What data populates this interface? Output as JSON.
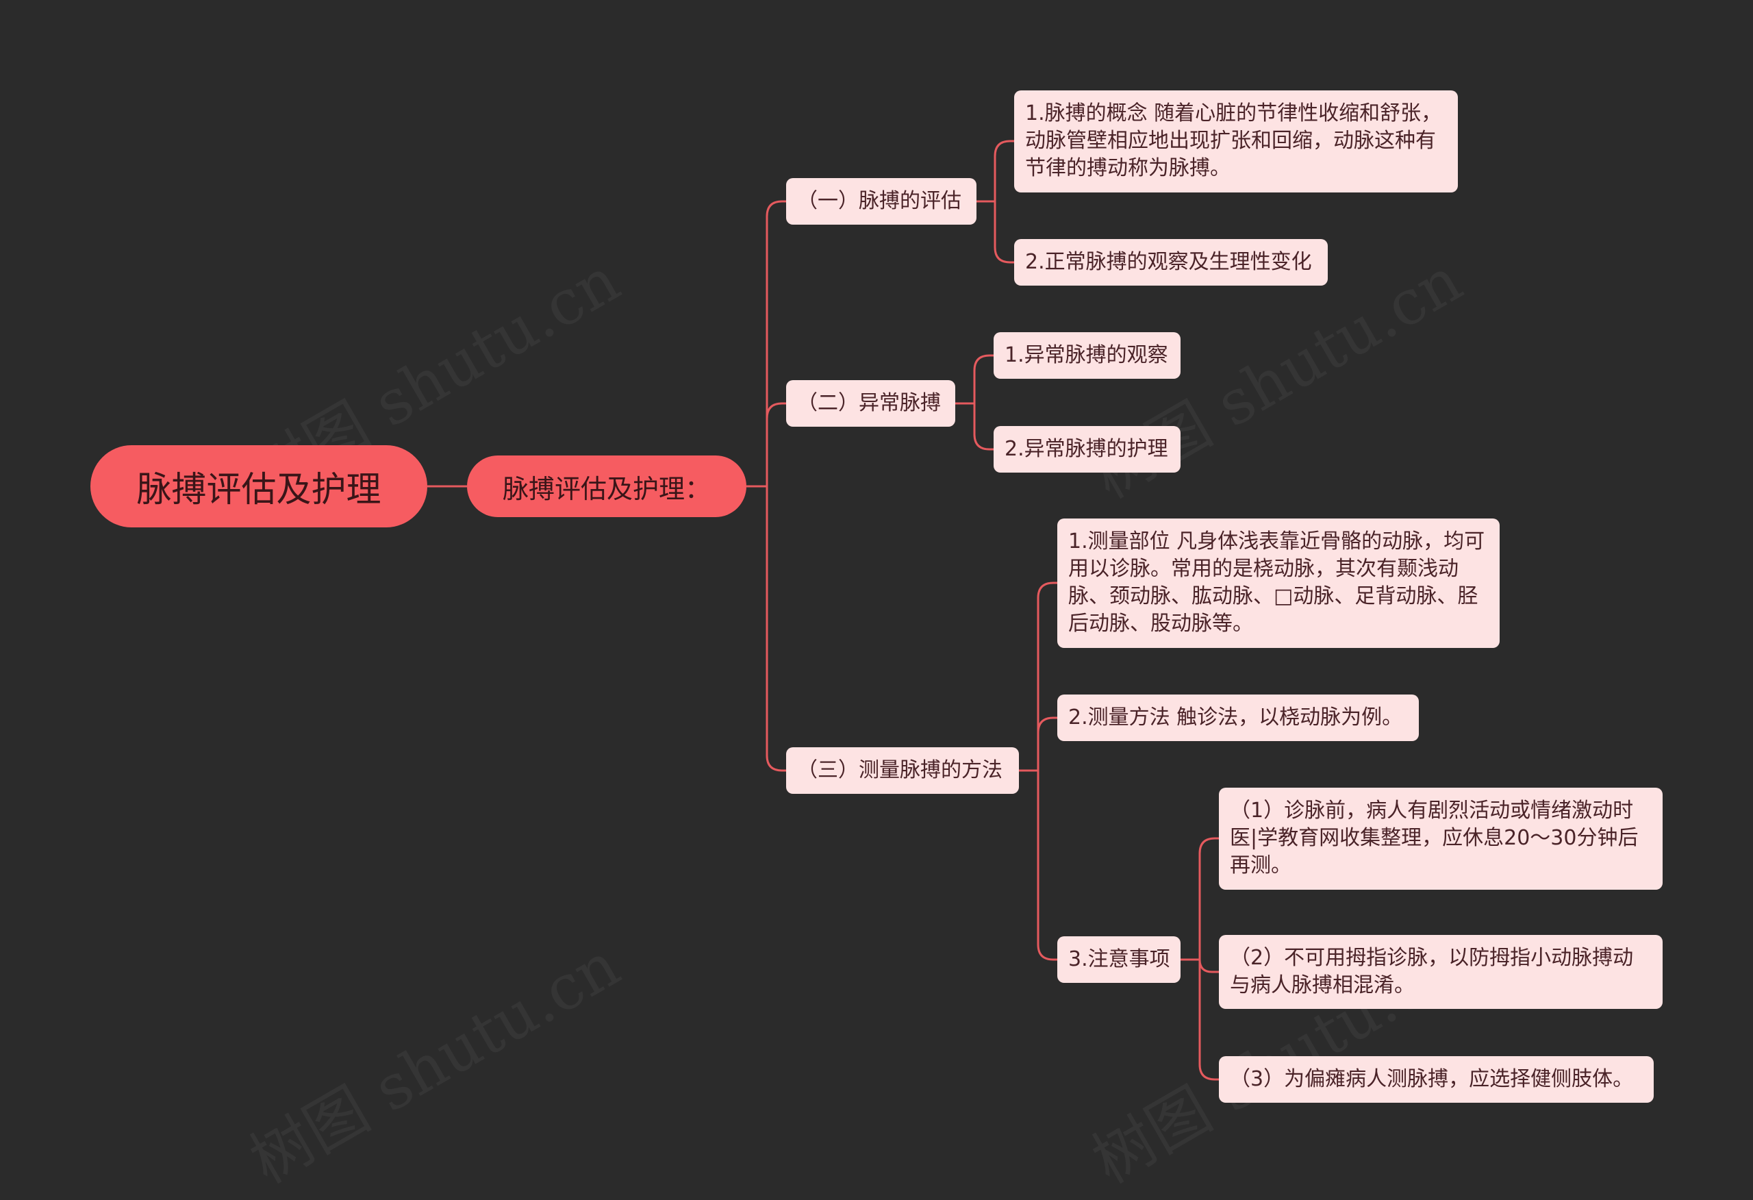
{
  "watermark": "树图 shutu.cn",
  "colors": {
    "background": "#2b2b2b",
    "accent": "#f65c61",
    "leaf_fill": "#fde3e3",
    "line": "#e55a5e"
  },
  "root": {
    "label": "脉搏评估及护理"
  },
  "main": {
    "label": "脉搏评估及护理："
  },
  "branches": [
    {
      "label": "（一）脉搏的评估",
      "children": [
        {
          "label": "1.脉搏的概念 随着心脏的节律性收缩和舒张，动脉管壁相应地出现扩张和回缩，动脉这种有节律的搏动称为脉搏。"
        },
        {
          "label": "2.正常脉搏的观察及生理性变化"
        }
      ]
    },
    {
      "label": "（二）异常脉搏",
      "children": [
        {
          "label": "1.异常脉搏的观察"
        },
        {
          "label": "2.异常脉搏的护理"
        }
      ]
    },
    {
      "label": "（三）测量脉搏的方法",
      "children": [
        {
          "label": "1.测量部位 凡身体浅表靠近骨骼的动脉，均可用以诊脉。常用的是桡动脉，其次有颞浅动脉、颈动脉、肱动脉、□动脉、足背动脉、胫后动脉、股动脉等。"
        },
        {
          "label": "2.测量方法 触诊法，以桡动脉为例。"
        },
        {
          "label": "3.注意事项",
          "children": [
            {
              "label": "（1）诊脉前，病人有剧烈活动或情绪激动时医|学教育网收集整理，应休息20～30分钟后再测。"
            },
            {
              "label": "（2）不可用拇指诊脉，以防拇指小动脉搏动与病人脉搏相混淆。"
            },
            {
              "label": "（3）为偏瘫病人测脉搏，应选择健侧肢体。"
            }
          ]
        }
      ]
    }
  ]
}
